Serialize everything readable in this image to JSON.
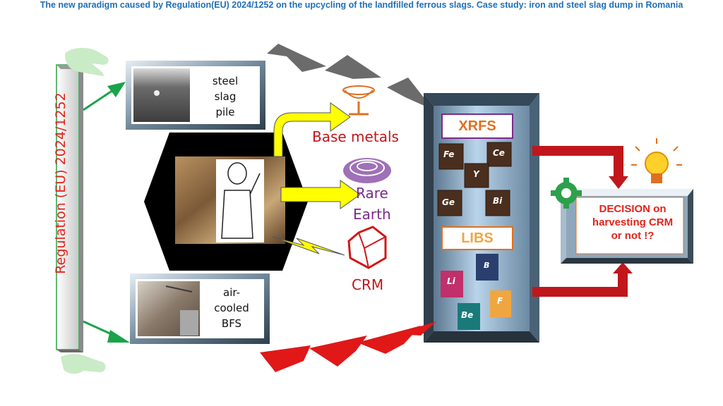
{
  "title": "The new paradigm caused by Regulation(EU) 2024/1252 on the upcycling of the landfilled ferrous slags. Case study: iron and steel slag dump in Romania",
  "regulation_label": "Regulation (EU) 2024/1252",
  "steel_slag": {
    "line1": "steel",
    "line2": "slag",
    "line3": "pile"
  },
  "bfs": {
    "line1": "air-",
    "line2": "cooled",
    "line3": "BFS"
  },
  "outputs": {
    "base_metals": "Base metals",
    "rare_earth_1": "Rare",
    "rare_earth_2": "Earth",
    "crm": "CRM"
  },
  "analysis": {
    "xrfs": "XRFS",
    "libs": "LIBS"
  },
  "elements_xrfs": [
    "Fe",
    "Ce",
    "Y",
    "Ge",
    "Bi"
  ],
  "elements_libs": [
    "B",
    "Li",
    "F",
    "Be"
  ],
  "decision": {
    "line1": "DECISION on",
    "line2": "harvesting CRM",
    "line3": "or not !?"
  },
  "colors": {
    "title": "#1f6fb5",
    "red": "#e2231a",
    "green": "#1aa34a",
    "yellow": "#ffff00",
    "purple": "#7a2a8a",
    "dark_red": "#c0161c",
    "frame_blue": "#5a7d95"
  }
}
